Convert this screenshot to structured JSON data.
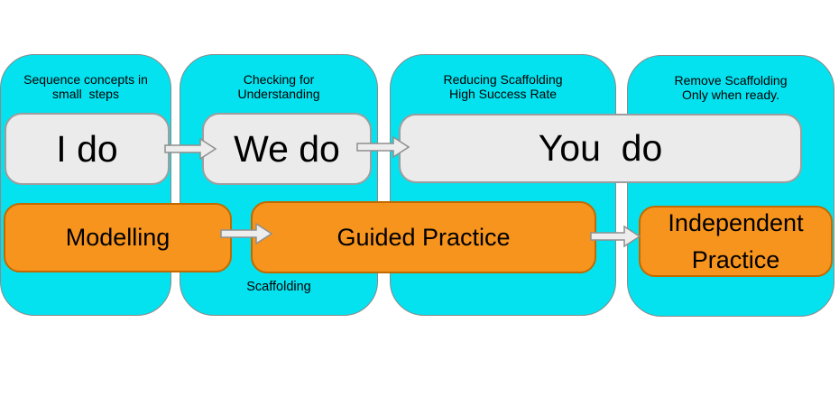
{
  "colors": {
    "background": "#FFFFFF",
    "text": "#000000",
    "panel_bg": "#04E2EF",
    "panel_border": "#8A8A8A",
    "do_box_bg": "#EBEBEB",
    "do_box_border": "#9D9D9D",
    "practice_box_bg": "#F7941E",
    "practice_box_border": "#C06A00",
    "arrow_fill": "#EDEDED",
    "arrow_stroke": "#8F8F8F"
  },
  "panels": [
    {
      "header": "Sequence concepts in\nsmall  steps"
    },
    {
      "header": "Checking for\nUnderstanding",
      "footer_label": "Scaffolding"
    },
    {
      "header": "Reducing Scaffolding\nHigh Success Rate"
    },
    {
      "header": "Remove Scaffolding\nOnly when ready."
    }
  ],
  "do_row": {
    "i_do": "I do",
    "we_do": "We do",
    "you_do": "You  do"
  },
  "practice_row": {
    "modelling": "Modelling",
    "guided": "Guided Practice",
    "independent": "Independent Practice"
  },
  "icons": {
    "flow_arrow": "block-right-arrow"
  }
}
